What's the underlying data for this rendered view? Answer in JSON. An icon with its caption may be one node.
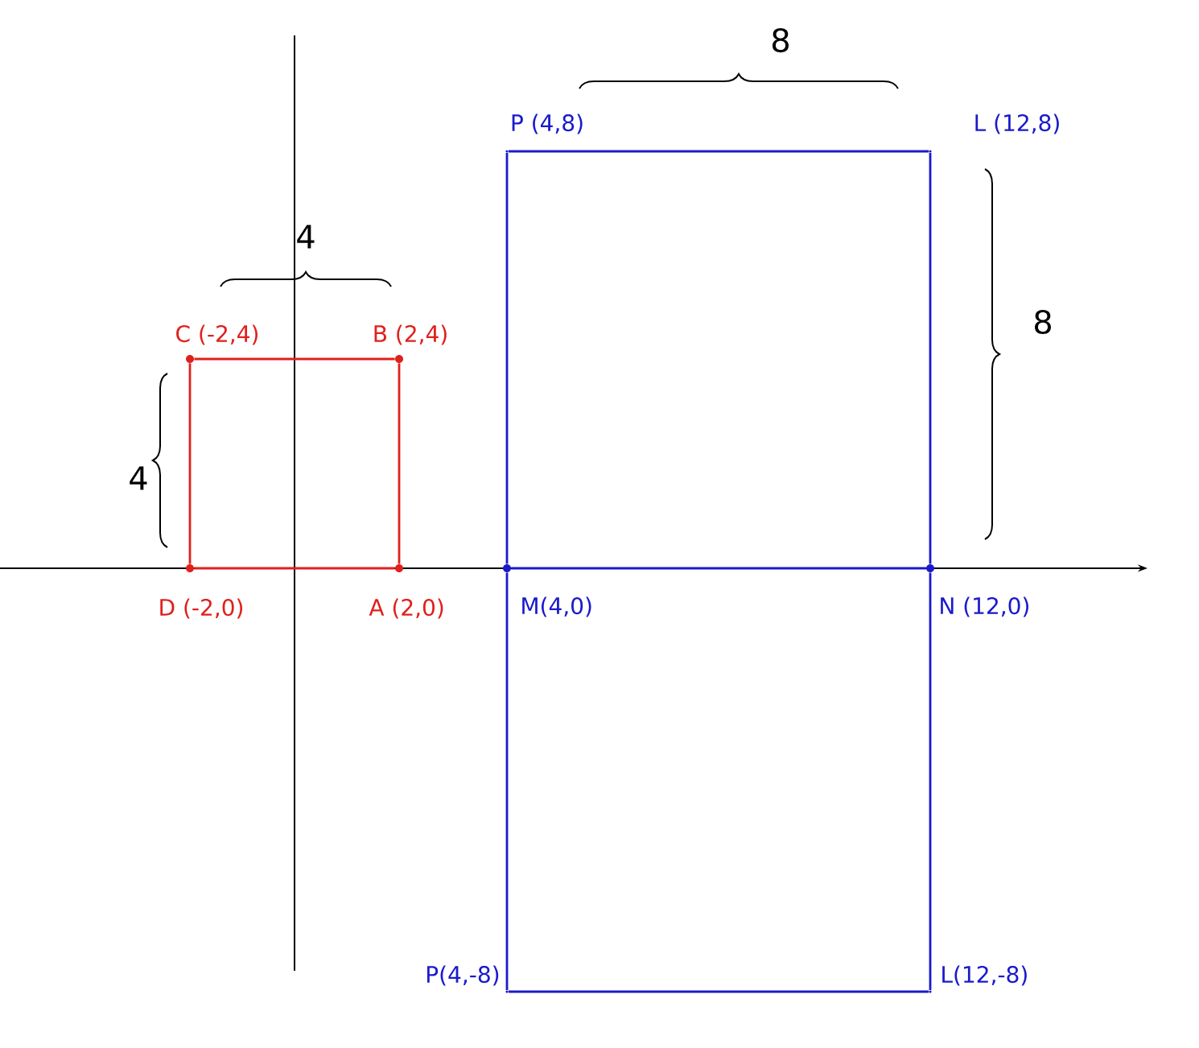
{
  "diagram": {
    "nodes": [
      {
        "text": [],
        "shape": "dot",
        "beside": [
          "C (-2,4)"
        ]
      },
      {
        "text": [],
        "shape": "dot",
        "beside": [
          "B (2,4)"
        ]
      },
      {
        "text": [],
        "shape": "dot",
        "beside": [
          "D (-2,0)"
        ]
      },
      {
        "text": [],
        "shape": "dot",
        "beside": [
          "A (2,0)"
        ]
      },
      {
        "text": [],
        "shape": "corner",
        "beside": [
          "P (4,8)"
        ]
      },
      {
        "text": [],
        "shape": "corner",
        "beside": [
          "L (12,8)"
        ]
      },
      {
        "text": [],
        "shape": "dot",
        "beside": [
          "M(4,0)"
        ]
      },
      {
        "text": [],
        "shape": "dot",
        "beside": [
          "N (12,0)"
        ]
      },
      {
        "text": [],
        "shape": "corner",
        "beside": [
          "P(4,-8)"
        ]
      },
      {
        "text": [],
        "shape": "corner",
        "beside": [
          "L(12,-8)"
        ]
      }
    ],
    "edges": [
      {
        "from": 0,
        "to": 1,
        "arrow": "none",
        "color": "#e0201c"
      },
      {
        "from": 1,
        "to": 3,
        "arrow": "none",
        "color": "#e0201c"
      },
      {
        "from": 3,
        "to": 2,
        "arrow": "none",
        "color": "#e0201c"
      },
      {
        "from": 2,
        "to": 0,
        "arrow": "none",
        "color": "#e0201c"
      },
      {
        "from": 4,
        "to": 5,
        "arrow": "none"
      },
      {
        "from": 5,
        "to": 7,
        "arrow": "none"
      },
      {
        "from": 6,
        "to": 7,
        "arrow": "none"
      },
      {
        "from": 4,
        "to": 6,
        "arrow": "none"
      },
      {
        "from": 6,
        "to": 8,
        "arrow": "none"
      },
      {
        "from": 8,
        "to": 9,
        "arrow": "none"
      },
      {
        "from": 9,
        "to": 7,
        "arrow": "none"
      }
    ],
    "labels": [
      "8",
      "8",
      "4",
      "4"
    ]
  }
}
